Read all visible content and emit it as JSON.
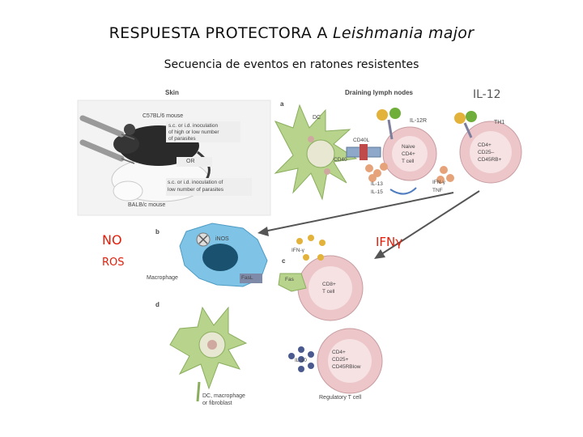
{
  "slide": {
    "title_main": "RESPUESTA PROTECTORA A",
    "title_species": "Leishmania major",
    "subtitle": "Secuencia de eventos en ratones resistentes"
  },
  "overlay_labels": {
    "il12": "IL-12",
    "no": "NO",
    "ros": "ROS",
    "ifng": "IFNγ"
  },
  "figure": {
    "panel_a": "a",
    "panel_b": "b",
    "panel_c": "c",
    "panel_d": "d",
    "skin_header": "Skin",
    "lymph_header": "Draining lymph nodes",
    "mouse_c57": "C57BL/6 mouse",
    "mouse_balb": "BALB/c mouse",
    "inoc_high_1": "s.c. or i.d. inoculation",
    "inoc_high_2": "of high or low number",
    "inoc_high_3": "of parasites",
    "or": "OR",
    "inoc_low_1": "s.c. or i.d. inoculation of",
    "inoc_low_2": "low number of parasites",
    "dc": "DC",
    "il12r": "IL-12R",
    "th1": "TH1",
    "cd40l": "CD40L",
    "cd40": "CD40",
    "naive_1": "Naive",
    "naive_2": "CD4+",
    "naive_3": "T cell",
    "th1_1": "CD4+",
    "th1_2": "CD25–",
    "th1_3": "CD45RB+",
    "il13": "IL-13",
    "il15": "IL-15",
    "ifn_small": "IFN-γ",
    "tnf": "TNF",
    "inos": "iNOS",
    "ifn_c": "IFN-γ",
    "macrophage": "Macrophage",
    "fasl": "FasL",
    "fas": "Fas",
    "cd8_1": "CD8+",
    "cd8_2": "T cell",
    "il10": "IL-10",
    "treg_1": "CD4+",
    "treg_2": "CD25+",
    "treg_3": "CD45RBlow",
    "dc_mac_1": "DC, macrophage",
    "dc_mac_2": "or fibroblast",
    "treg": "Regulatory T cell"
  },
  "colors": {
    "accent_red": "#e0200c",
    "il12_text": "#555555",
    "dc_green": "#b7d38c",
    "macrophage_blue": "#7fc4e6",
    "tcell_pink": "#ecc6c9"
  }
}
